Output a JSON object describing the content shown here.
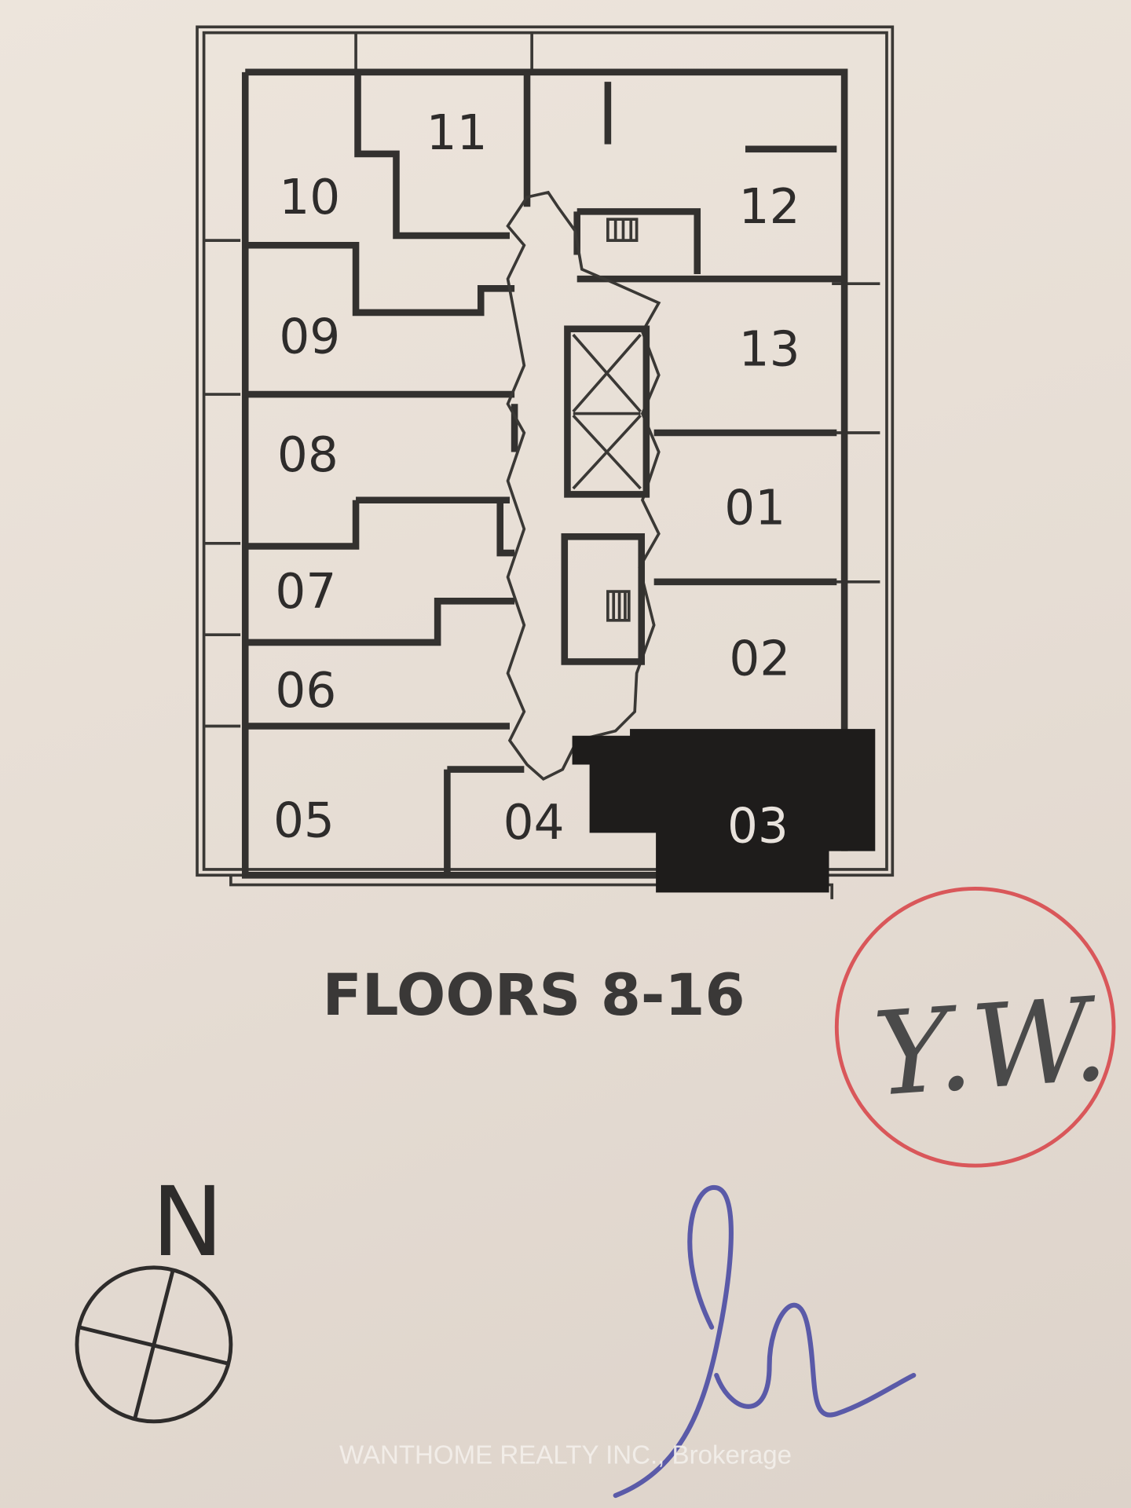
{
  "plan": {
    "title": "FLOORS 8-16",
    "units": [
      "10",
      "11",
      "12",
      "09",
      "13",
      "08",
      "01",
      "07",
      "02",
      "06",
      "05",
      "04",
      "03"
    ],
    "highlighted_unit": "03",
    "highlight_color": "#1e1c1b"
  },
  "stamp": {
    "initials": "Y.W.",
    "color": "#d9575a"
  },
  "compass": {
    "label": "N"
  },
  "signature": {
    "color": "#5a5aa8"
  },
  "watermark": "WANTHOME REALTY INC., Brokerage"
}
